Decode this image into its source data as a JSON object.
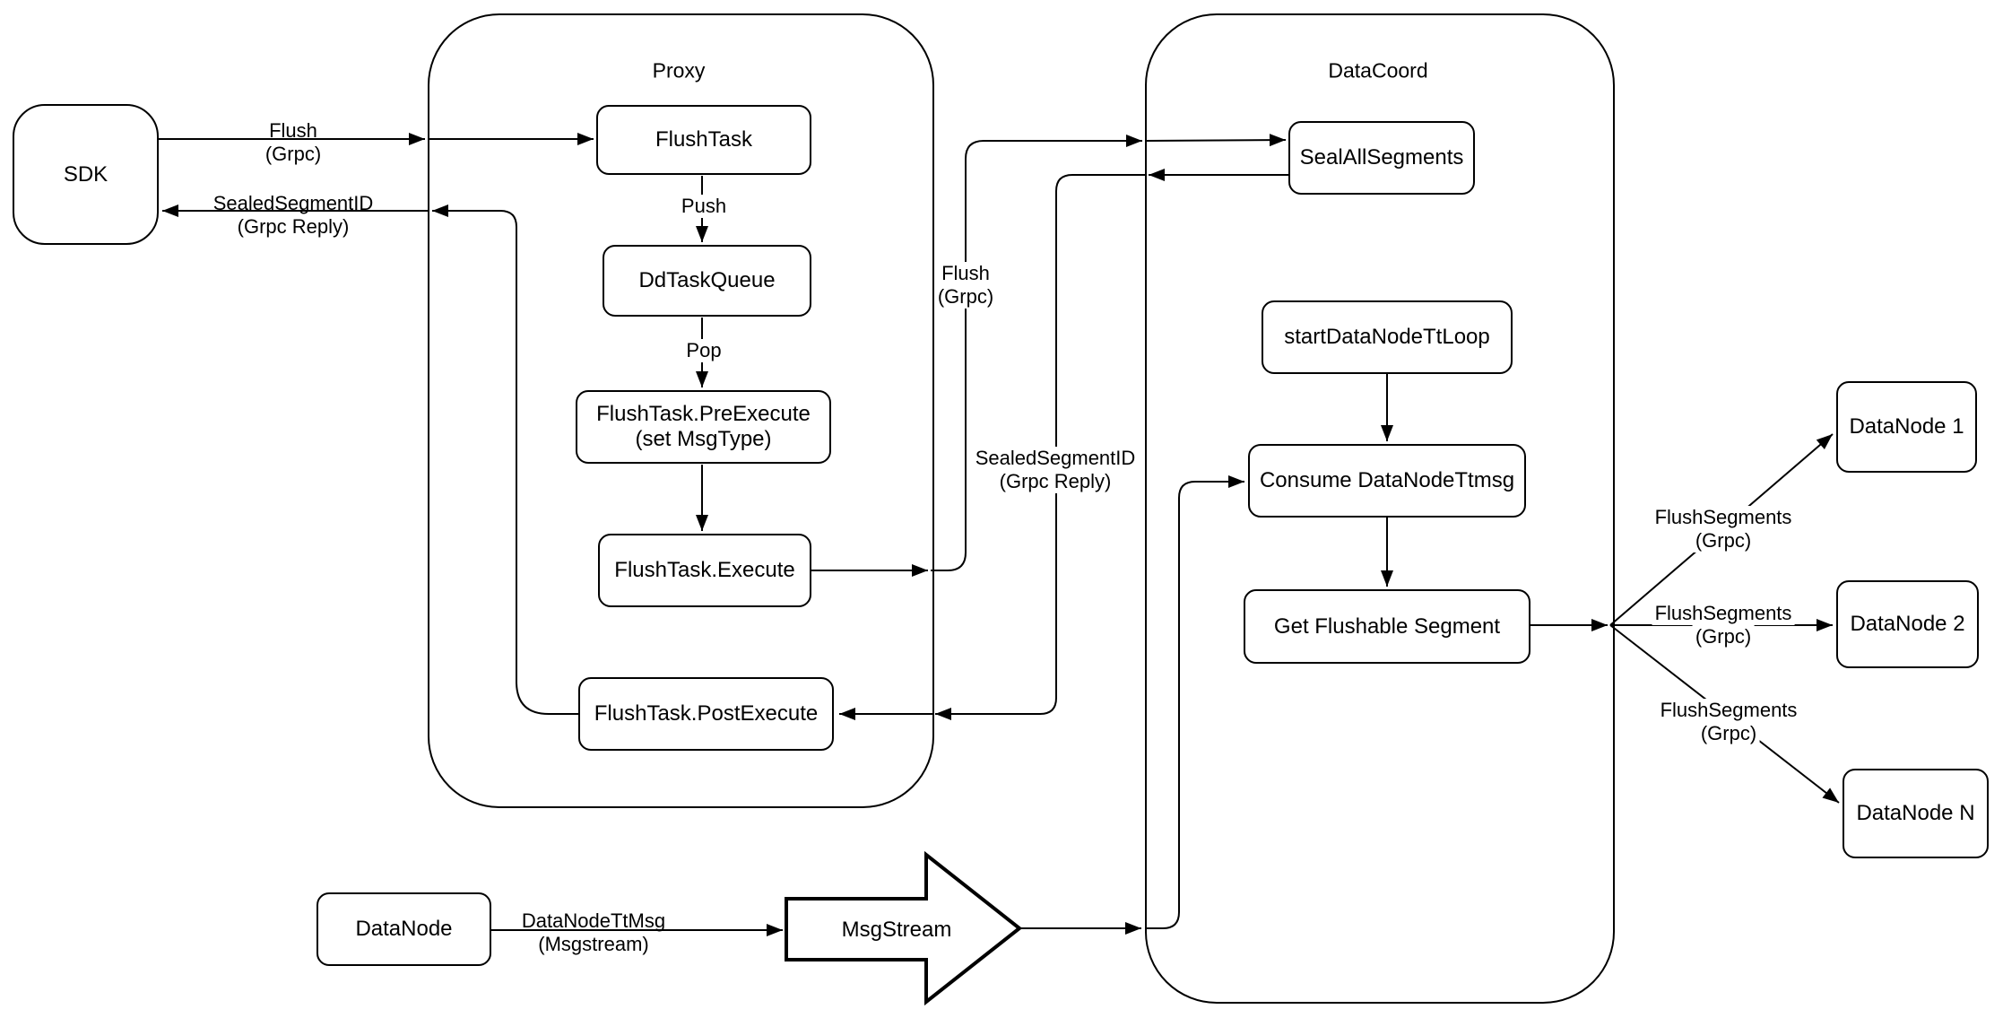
{
  "diagram": {
    "colors": {
      "stroke": "#000000",
      "background": "#ffffff"
    },
    "containers": {
      "proxy": {
        "title": "Proxy"
      },
      "datacoord": {
        "title": "DataCoord"
      }
    },
    "nodes": {
      "sdk": {
        "label": "SDK"
      },
      "flush_task": {
        "label": "FlushTask"
      },
      "dd_task_queue": {
        "label": "DdTaskQueue"
      },
      "pre_execute": {
        "line1": "FlushTask.PreExecute",
        "line2": "(set MsgType)"
      },
      "execute": {
        "label": "FlushTask.Execute"
      },
      "post_execute": {
        "label": "FlushTask.PostExecute"
      },
      "seal_all_segments": {
        "label": "SealAllSegments"
      },
      "start_tt_loop": {
        "label": "startDataNodeTtLoop"
      },
      "consume_ttmsg": {
        "label": "Consume DataNodeTtmsg"
      },
      "get_flushable": {
        "label": "Get Flushable Segment"
      },
      "datanode_1": {
        "label": "DataNode 1"
      },
      "datanode_2": {
        "label": "DataNode 2"
      },
      "datanode_n": {
        "label": "DataNode N"
      },
      "datanode_src": {
        "label": "DataNode"
      },
      "msgstream": {
        "label": "MsgStream"
      }
    },
    "edge_labels": {
      "flush_sdk": {
        "line1": "Flush",
        "line2": "(Grpc)"
      },
      "sealed_sdk": {
        "line1": "SealedSegmentID",
        "line2": "(Grpc Reply)"
      },
      "push": {
        "line1": "Push"
      },
      "pop": {
        "line1": "Pop"
      },
      "flush_channel": {
        "line1": "Flush",
        "line2": "(Grpc)"
      },
      "sealed_channel": {
        "line1": "SealedSegmentID",
        "line2": "(Grpc Reply)"
      },
      "flush_segments_1": {
        "line1": "FlushSegments",
        "line2": "(Grpc)"
      },
      "flush_segments_2": {
        "line1": "FlushSegments",
        "line2": "(Grpc)"
      },
      "flush_segments_3": {
        "line1": "FlushSegments",
        "line2": "(Grpc)"
      },
      "datanode_tt_msg": {
        "line1": "DataNodeTtMsg",
        "line2": "(Msgstream)"
      }
    }
  }
}
